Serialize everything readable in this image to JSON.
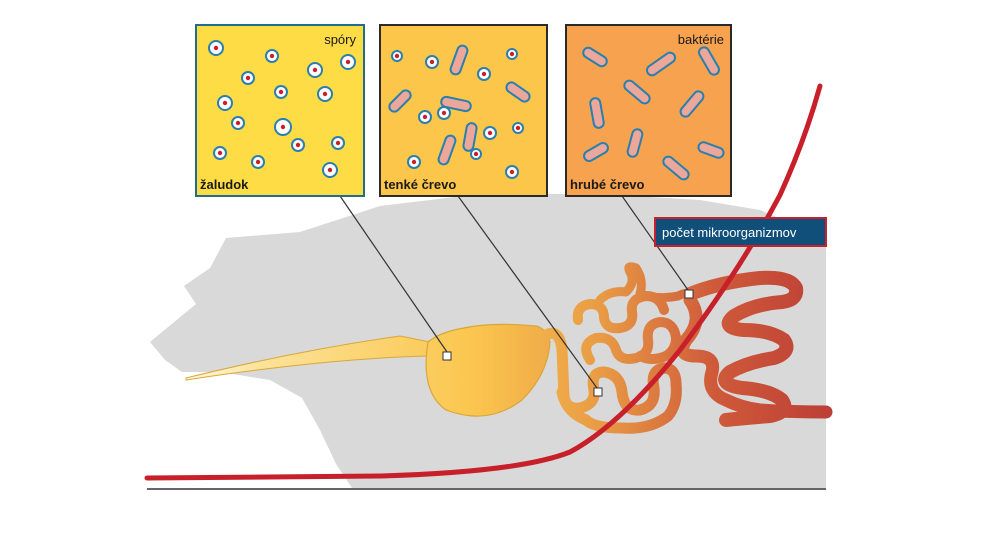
{
  "panels": [
    {
      "id": "stomach",
      "name": "žaludok",
      "contents": "spóry",
      "fill": "#fddc46",
      "border": "#1f6e8c"
    },
    {
      "id": "small_intestine",
      "name": "tenké črevo",
      "contents": "",
      "fill": "#fcc64a",
      "border": "#2a2a2a"
    },
    {
      "id": "large_intestine",
      "name": "hrubé črevo",
      "contents": "baktérie",
      "fill": "#f6a24e",
      "border": "#2a2a2a"
    }
  ],
  "curve": {
    "label": "počet mikroorganizmov",
    "color": "#c8202a",
    "label_bg": "#0f4f7a"
  },
  "colors": {
    "animal_silhouette": "#d9d9d9",
    "gut_light": "#fbd15a",
    "gut_dark": "#c0453a",
    "spore_ring": "#2a7fae",
    "spore_dot": "#c8202a",
    "bacteria_fill": "#eaa79a",
    "bacteria_outline": "#2a7fae"
  }
}
